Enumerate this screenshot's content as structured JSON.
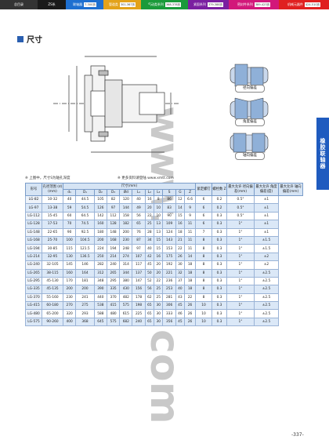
{
  "nav": [
    {
      "label": "总目录",
      "bg": "#333333"
    },
    {
      "label": "ZS系",
      "num": "",
      "bg": "#1a1a1a"
    },
    {
      "label": "联轴器",
      "num": "7-300页",
      "bg": "#1e6fd0"
    },
    {
      "label": "管道类",
      "num": "301-367页",
      "bg": "#e3a21a"
    },
    {
      "label": "气动类系列",
      "num": "368-378页",
      "bg": "#1a9a3a"
    },
    {
      "label": "紧固系列",
      "num": "379-388页",
      "bg": "#7a1fa0"
    },
    {
      "label": "密封件系列",
      "num": "389-423页",
      "bg": "#d2187a"
    },
    {
      "label": "机械元器件",
      "num": "424-510页",
      "bg": "#e02020"
    }
  ],
  "section_title": "尺寸",
  "side_tab": "橡胶联轴器",
  "watermark_top": "www.",
  "watermark_bottom": "com",
  "type_labels": [
    "径向偏差",
    "角度偏差",
    "轴向偏差"
  ],
  "notes": {
    "left": "※ 上图中，尺寸S为轴孔深度",
    "right": "※ 更多资料请登陆 www.xmtt.com"
  },
  "table": {
    "header_group": "尺寸(mm)",
    "col_model": "形号",
    "col_bore": "孔径范围 (d)(mm)",
    "dim_cols": [
      "d₁",
      "D₁",
      "D₂",
      "D₃",
      "Ød",
      "L₁",
      "L₂",
      "L₃",
      "S",
      "G",
      "Z"
    ],
    "col_fasten": "紧定螺钉",
    "col_bolts": "螺栓数 Z",
    "col_radial": "最大允许 径向偏差(mm)",
    "col_angular": "最大允许 角度偏差(度)",
    "col_axial": "最大允许 轴向偏差(mm)",
    "rows": [
      [
        "LG-82",
        "10-32",
        "40",
        "44.5",
        "105",
        "82",
        "120",
        "40",
        "16",
        "8",
        "86",
        "12",
        "6.6",
        "6",
        "0.2",
        "0.5°",
        "±1"
      ],
      [
        "LG-97",
        "13-38",
        "59",
        "54.5",
        "126",
        "97",
        "144",
        "49",
        "20",
        "10",
        "83",
        "14",
        "9",
        "6",
        "0.2",
        "0.5°",
        "±1"
      ],
      [
        "LG-112",
        "15-45",
        "60",
        "64.5",
        "142",
        "112",
        "158",
        "56",
        "22",
        "10",
        "90",
        "15",
        "9",
        "6",
        "0.3",
        "0.5°",
        "±1"
      ],
      [
        "LG-128",
        "17-53",
        "70",
        "74.5",
        "160",
        "128",
        "182",
        "65",
        "25",
        "13",
        "109",
        "16",
        "11",
        "6",
        "0.3",
        "1°",
        "±1"
      ],
      [
        "LG-148",
        "22-65",
        "90",
        "92.5",
        "180",
        "148",
        "200",
        "76",
        "28",
        "13",
        "124",
        "18",
        "11",
        "7",
        "0.3",
        "1°",
        "±1"
      ],
      [
        "LG-168",
        "25-70",
        "100",
        "104.5",
        "200",
        "168",
        "230",
        "87",
        "34",
        "15",
        "143",
        "21",
        "11",
        "8",
        "0.3",
        "1°",
        "±1.5"
      ],
      [
        "LG-194",
        "30-85",
        "115",
        "121.5",
        "224",
        "194",
        "248",
        "97",
        "40",
        "15",
        "153",
        "22",
        "11",
        "8",
        "0.3",
        "1°",
        "±1.5"
      ],
      [
        "LG-214",
        "32-95",
        "130",
        "136.5",
        "250",
        "214",
        "274",
        "107",
        "42",
        "16",
        "175",
        "26",
        "14",
        "8",
        "0.3",
        "1°",
        "±2"
      ],
      [
        "LG-240",
        "32-105",
        "145",
        "146",
        "282",
        "240",
        "314",
        "117",
        "45",
        "20",
        "192",
        "30",
        "18",
        "8",
        "0.3",
        "1°",
        "±2"
      ],
      [
        "LG-265",
        "38-115",
        "160",
        "164",
        "312",
        "265",
        "344",
        "137",
        "50",
        "20",
        "221",
        "32",
        "18",
        "8",
        "0.3",
        "1°",
        "±2.5"
      ],
      [
        "LG-295",
        "45-130",
        "170",
        "181",
        "348",
        "295",
        "380",
        "147",
        "52",
        "22",
        "236",
        "37",
        "18",
        "8",
        "0.3",
        "1°",
        "±2.5"
      ],
      [
        "LG-335",
        "45-135",
        "200",
        "200",
        "390",
        "335",
        "430",
        "156",
        "56",
        "25",
        "253",
        "40",
        "18",
        "8",
        "0.3",
        "1°",
        "±2.5"
      ],
      [
        "LG-370",
        "55-160",
        "230",
        "241",
        "440",
        "370",
        "482",
        "178",
        "62",
        "25",
        "281",
        "43",
        "22",
        "8",
        "0.3",
        "1°",
        "±2.5"
      ],
      [
        "LG-415",
        "60-180",
        "270",
        "275",
        "538",
        "415",
        "575",
        "198",
        "65",
        "30",
        "306",
        "45",
        "26",
        "10",
        "0.3",
        "1°",
        "±2.5"
      ],
      [
        "LG-480",
        "65-200",
        "320",
        "293",
        "588",
        "480",
        "615",
        "225",
        "65",
        "30",
        "333",
        "46",
        "26",
        "10",
        "0.3",
        "1°",
        "±2.5"
      ],
      [
        "LG-575",
        "90-260",
        "400",
        "368",
        "645",
        "575",
        "682",
        "240",
        "65",
        "30",
        "356",
        "45",
        "26",
        "10",
        "0.3",
        "1°",
        "±2.5"
      ]
    ]
  },
  "page_number": "-337-"
}
